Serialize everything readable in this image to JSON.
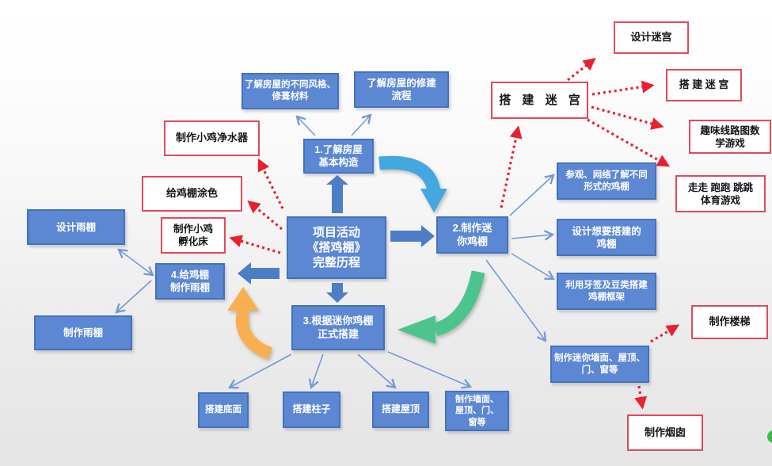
{
  "diagram": {
    "title_node": "项目活动\n《搭鸡棚》\n完整历程",
    "nodes": {
      "center": "项目活动\n《搭鸡棚》\n完整历程",
      "step1": "1.了解房屋\n基本构造",
      "step2": "2.制作迷\n你鸡棚",
      "step3": "3.根据迷你鸡棚\n正式搭建",
      "step4": "4.给鸡棚\n制作雨棚",
      "house_styles": "了解房屋的不同风格、\n修葺材料",
      "house_process": "了解房屋的修建\n流程",
      "water_device": "制作小鸡净水器",
      "paint_coop": "给鸡棚涂色",
      "hatch_bed": "制作小鸡\n孵化床",
      "design_canopy": "设计雨棚",
      "make_canopy": "制作雨棚",
      "maze_main": "搭 建 迷 宫",
      "maze_design": "设计迷宫",
      "maze_build": "搭 建 迷 宫",
      "maze_route_game": "趣味线路图数\n学游戏",
      "maze_sport_game": "走走 跑跑 跳跳\n体育游戏",
      "visit_learn": "参观、网络了解不同\n形式的鸡棚",
      "design_coop": "设计想要搭建的\n鸡棚",
      "toothpick_frame": "利用牙签及豆类搭建\n鸡棚框架",
      "mini_walls": "制作迷你墙面、屋顶、\n门、窗等",
      "make_stairs": "制作楼梯",
      "make_chimney": "制作烟囱",
      "build_base": "搭建底面",
      "build_pillars": "搭建柱子",
      "build_roof": "搭建屋顶",
      "make_walls": "制作墙面、\n屋顶、门、\n窗等"
    },
    "colors": {
      "node_fill": "#5b87d3",
      "node_border": "#4372bd",
      "outline_border": "#e2495b",
      "dotted_arrow_red": "#e8202f",
      "thin_arrow_blue": "#7598d6",
      "block_arrow_blue": "#4e7dc7",
      "curve_light_blue": "#45a7df",
      "curve_green": "#4dc48e",
      "curve_orange": "#f9af4f",
      "edge_dot_green": "#3cb94c"
    }
  }
}
